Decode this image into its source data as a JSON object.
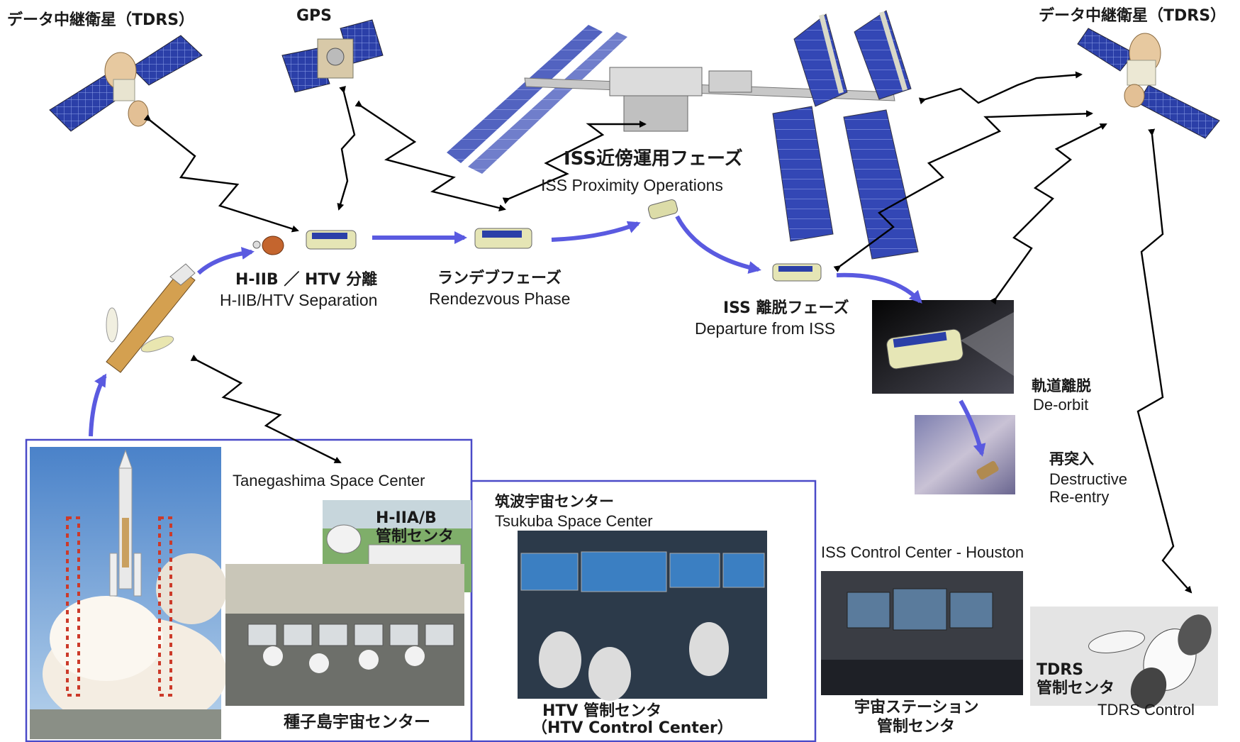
{
  "tdrs_left_label": "データ中継衛星（TDRS）",
  "gps_label": "GPS",
  "tdrs_right_label": "データ中継衛星（TDRS）",
  "proximity": {
    "jp": "ISS近傍運用フェーズ",
    "en": "ISS Proximity Operations"
  },
  "separation": {
    "jp": "H-IIB ／ HTV 分離",
    "en": "H-IIB/HTV Separation"
  },
  "rendezvous": {
    "jp": "ランデブフェーズ",
    "en": "Rendezvous Phase"
  },
  "departure": {
    "jp": "ISS 離脱フェーズ",
    "en": "Departure from ISS"
  },
  "deorbit": {
    "jp": "軌道離脱",
    "en": "De-orbit"
  },
  "reentry": {
    "jp": "再突入",
    "en1": "Destructive",
    "en2": "Re-entry"
  },
  "tanegashima": {
    "en": "Tanegashima Space Center",
    "jp": "種子島宇宙センター"
  },
  "h2ab_control": {
    "line1": "H-IIA/B",
    "line2": "管制センタ"
  },
  "tsukuba": {
    "jp": "筑波宇宙センター",
    "en": "Tsukuba Space Center"
  },
  "htv_control": {
    "jp": "HTV 管制センタ",
    "en": "（HTV Control Center）"
  },
  "houston": {
    "en": "ISS Control Center - Houston",
    "jp1": "宇宙ステーション",
    "jp2": "管制センタ"
  },
  "tdrs_control": {
    "jp1": "TDRS",
    "jp2": "管制センタ",
    "en": "TDRS Control"
  },
  "colors": {
    "arrow_blue": "#5a5ae0",
    "panel_blue": "#2b3fa8",
    "frame_blue": "#4a4ac8"
  }
}
